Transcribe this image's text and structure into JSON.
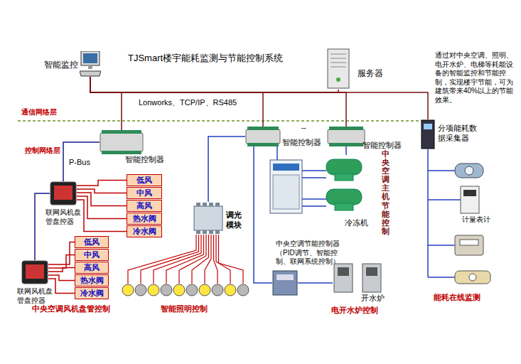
{
  "diagram": {
    "title": "TJSmart楼宇能耗监测与节能控制系统",
    "nodes": [
      {
        "text": [
          "智能监控"
        ]
      },
      {
        "text": [
          "服务器"
        ]
      },
      {
        "text": [
          "智能控制器"
        ]
      },
      {
        "text": [
          "智能控制器"
        ]
      },
      {
        "text": [
          "智能控制器"
        ]
      },
      {
        "text": [
          "分项能耗数据采集器"
        ]
      },
      {
        "text": [
          "联网风机盘管盘控器"
        ]
      },
      {
        "text": [
          "低风"
        ]
      },
      {
        "text": [
          "中风"
        ]
      },
      {
        "text": [
          "高风"
        ]
      },
      {
        "text": [
          "热水阀"
        ]
      },
      {
        "text": [
          "冷水阀"
        ]
      },
      {
        "text": [
          "调光模块"
        ]
      },
      {
        "text": [
          "冷冻机"
        ]
      },
      {
        "text": [
          "联网风机盘管盘控器"
        ]
      },
      {
        "text": [
          "低风"
        ]
      },
      {
        "text": [
          "中风"
        ]
      },
      {
        "text": [
          "高风"
        ]
      },
      {
        "text": [
          "热水阀"
        ]
      },
      {
        "text": [
          "冷水阀"
        ]
      },
      {
        "text": [
          "中央空调节能控制器（PID调节、智能控制、联网系统控制）"
        ]
      },
      {
        "text": [
          "开水炉"
        ]
      }
    ],
    "edges": [
      {
        "from": 0,
        "to": 1,
        "arrow": "none"
      },
      {
        "from": 0,
        "to": 2,
        "arrow": "none"
      },
      {
        "from": 0,
        "to": 3,
        "arrow": "none"
      },
      {
        "from": 0,
        "to": 4,
        "arrow": "none"
      },
      {
        "from": 0,
        "to": 5,
        "arrow": "none"
      },
      {
        "from": 2,
        "to": 6,
        "label": "P-Bus",
        "arrow": "none"
      },
      {
        "from": 6,
        "to": 14,
        "arrow": "none"
      },
      {
        "from": 6,
        "to": 7,
        "arrow": "none"
      },
      {
        "from": 6,
        "to": 8,
        "arrow": "none"
      },
      {
        "from": 6,
        "to": 9,
        "arrow": "none"
      },
      {
        "from": 6,
        "to": 10,
        "arrow": "none"
      },
      {
        "from": 6,
        "to": 11,
        "arrow": "none"
      },
      {
        "from": 14,
        "to": 15,
        "arrow": "none"
      },
      {
        "from": 14,
        "to": 16,
        "arrow": "none"
      },
      {
        "from": 14,
        "to": 17,
        "arrow": "none"
      },
      {
        "from": 14,
        "to": 18,
        "arrow": "none"
      },
      {
        "from": 14,
        "to": 19,
        "arrow": "none"
      },
      {
        "from": 3,
        "to": 12,
        "arrow": "none"
      },
      {
        "from": 3,
        "to": 20,
        "arrow": "none"
      },
      {
        "from": 4,
        "to": 13,
        "arrow": "none"
      },
      {
        "from": 20,
        "to": 21,
        "arrow": "none"
      }
    ],
    "labels": [
      "通过对中央空调、照明、电开水炉、电梯等耗能设备的智能监控和节能控制，实现楼宇节能，可为建筑带来40%以上的节能效果。",
      "Lonworks、TCP/IP、RS485",
      "通信网络层",
      "控制网络层",
      "--",
      "中央空调主机节能控制",
      "计量表计",
      "中央空调风机盘管控制",
      "智能照明控制",
      "电开水炉控制",
      "能耗在线监测"
    ]
  }
}
